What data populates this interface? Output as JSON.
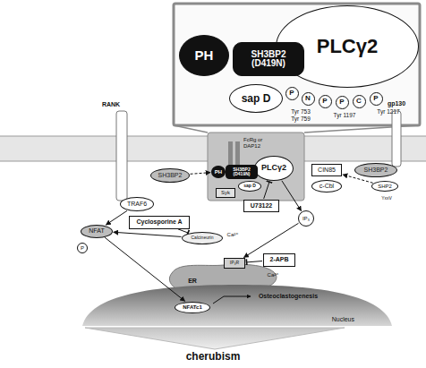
{
  "diagram": {
    "nodes": [
      {
        "text": [
          "PH"
        ]
      },
      {
        "text": [
          "SH3BP2 (D419N)"
        ]
      },
      {
        "text": [
          "PLCγ2"
        ]
      },
      {
        "text": [
          "sap D"
        ]
      },
      {
        "text": [
          "P"
        ]
      },
      {
        "text": [
          "N"
        ]
      },
      {
        "text": [
          "P"
        ]
      },
      {
        "text": [
          "P"
        ]
      },
      {
        "text": [
          "C"
        ]
      },
      {
        "text": [
          "P"
        ]
      },
      {
        "text": [
          "TRAF6"
        ]
      },
      {
        "text": [
          "SH3BP2"
        ]
      },
      {
        "text": [
          "PH"
        ]
      },
      {
        "text": [
          "SH3BP2 (D419N)"
        ]
      },
      {
        "text": [
          "PLCγ2"
        ]
      },
      {
        "text": [
          "sap D"
        ]
      },
      {
        "text": [
          "Syk"
        ]
      },
      {
        "text": [
          "CIN85"
        ]
      },
      {
        "text": [
          "c-Cbl"
        ]
      },
      {
        "text": [
          "SH3BP2"
        ]
      },
      {
        "text": [
          "SHP2"
        ]
      },
      {
        "text": [
          "U73122"
        ]
      },
      {
        "text": [
          "IP₃"
        ]
      },
      {
        "text": [
          "Cyclosporine A"
        ]
      },
      {
        "text": [
          "Calcineurin"
        ]
      },
      {
        "text": [
          "2-APB"
        ]
      },
      {
        "text": [
          "IP₃R"
        ]
      },
      {
        "text": [
          "ER"
        ]
      },
      {
        "text": [
          "NFAT"
        ]
      },
      {
        "text": [
          "P"
        ]
      },
      {
        "text": [
          "Nucleus"
        ]
      },
      {
        "text": [
          "NFATc1"
        ],
        "in": 30
      }
    ],
    "edges": [
      {
        "from": 10,
        "to": 28,
        "arrow": "to"
      },
      {
        "from": 11,
        "to": 12,
        "arrow": "to"
      },
      {
        "from": 14,
        "to": 22,
        "arrow": "to"
      },
      {
        "from": 21,
        "to": 14,
        "arrow": "to"
      },
      {
        "from": 22,
        "to": 26,
        "arrow": "to"
      },
      {
        "from": 25,
        "to": 26,
        "arrow": "to"
      },
      {
        "from": 23,
        "to": 24,
        "arrow": "to"
      },
      {
        "from": 24,
        "to": 28,
        "arrow": "to"
      },
      {
        "from": 20,
        "to": 17,
        "arrow": "to"
      },
      {
        "from": 28,
        "to": 31,
        "arrow": "to"
      }
    ],
    "labels": [
      "RANK",
      "FcRg or DAP12",
      "gp130",
      "Tyr 753",
      "Tyr 759",
      "Tyr 1197",
      "Tyr 1217",
      "Ca²⁺",
      "Ca²⁺",
      "YxxV",
      "Osteoclastogenesis",
      "cherubism"
    ]
  }
}
